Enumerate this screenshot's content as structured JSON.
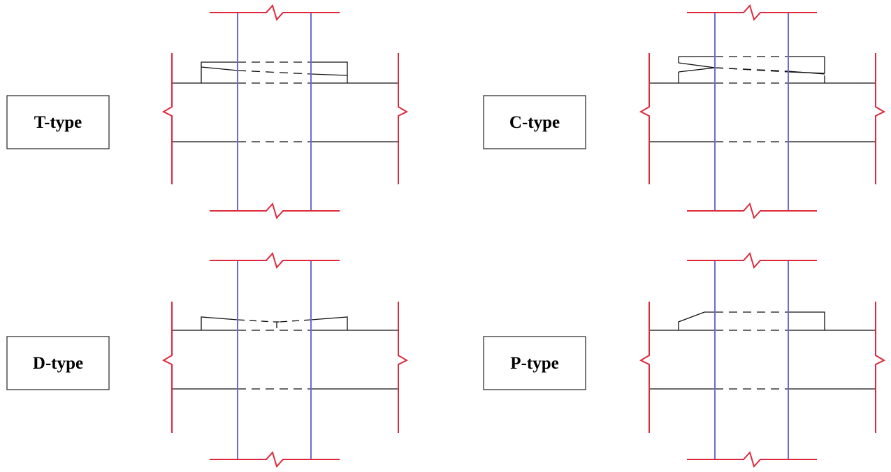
{
  "colors": {
    "column": "#6b6bd6",
    "beam_end": "#dc2a3c",
    "line": "#111111",
    "box_border": "#222222"
  },
  "diagrams": [
    {
      "id": "t-type",
      "label": "T-type"
    },
    {
      "id": "c-type",
      "label": "C-type"
    },
    {
      "id": "d-type",
      "label": "D-type"
    },
    {
      "id": "p-type",
      "label": "P-type"
    }
  ]
}
